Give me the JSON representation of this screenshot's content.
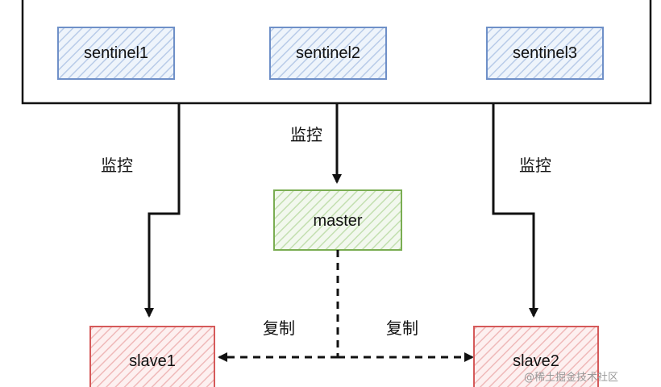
{
  "colors": {
    "background": "#ffffff",
    "line": "#111111",
    "sentinel_fill": "#dde8f6",
    "sentinel_stroke": "#6f90c8",
    "master_fill": "#e4f1d9",
    "master_stroke": "#7aad52",
    "slave_fill": "#fadcdc",
    "slave_stroke": "#d55a5a",
    "watermark": "#9a9a9a"
  },
  "nodes": {
    "sentinel1": "sentinel1",
    "sentinel2": "sentinel2",
    "sentinel3": "sentinel3",
    "master": "master",
    "slave1": "slave1",
    "slave2": "slave2"
  },
  "edge_labels": {
    "monitor_left": "监控",
    "monitor_center": "监控",
    "monitor_right": "监控",
    "replicate_left": "复制",
    "replicate_right": "复制"
  },
  "watermark": "@稀土掘金技术社区"
}
